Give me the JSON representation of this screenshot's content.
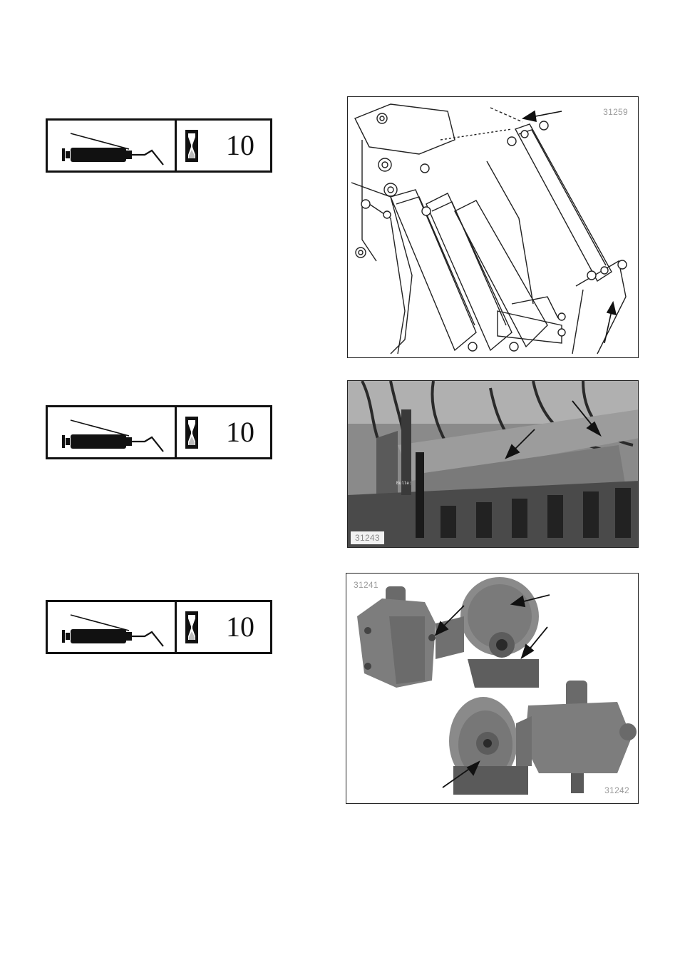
{
  "lube_blocks": [
    {
      "interval": "10",
      "tool_icon": "grease-gun-icon",
      "timer_icon": "hourglass-icon"
    },
    {
      "interval": "10",
      "tool_icon": "grease-gun-icon",
      "timer_icon": "hourglass-icon"
    },
    {
      "interval": "10",
      "tool_icon": "grease-gun-icon",
      "timer_icon": "hourglass-icon"
    }
  ],
  "figures": [
    {
      "id": "31259",
      "kind": "line-drawing"
    },
    {
      "id": "31243",
      "kind": "photo",
      "photo_label": "Bulle:"
    },
    {
      "id": "31241",
      "kind": "photo",
      "second_id": "31242"
    }
  ]
}
